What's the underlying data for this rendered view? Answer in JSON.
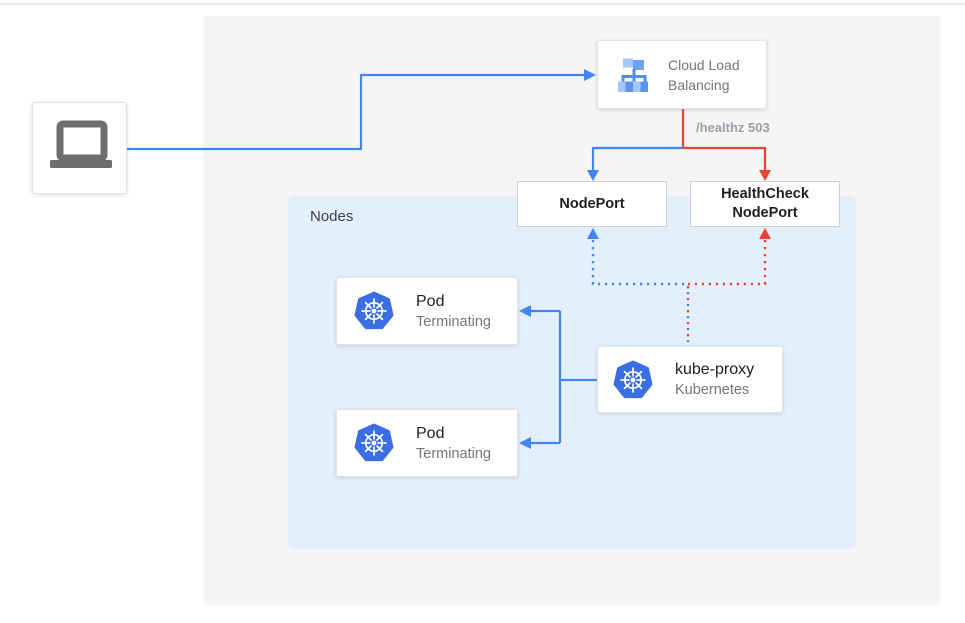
{
  "diagram": {
    "nodes_group": {
      "label": "Nodes"
    },
    "client": {
      "icon": "laptop"
    },
    "cloud_load_balancing": {
      "line1": "Cloud Load",
      "line2": "Balancing"
    },
    "healthz_annotation": {
      "label": "/healthz 503"
    },
    "nodeport": {
      "label": "NodePort"
    },
    "healthcheck_nodeport": {
      "line1": "HealthCheck",
      "line2": "NodePort"
    },
    "pod1": {
      "title": "Pod",
      "status": "Terminating"
    },
    "pod2": {
      "title": "Pod",
      "status": "Terminating"
    },
    "kube_proxy": {
      "title": "kube-proxy",
      "subtitle": "Kubernetes"
    },
    "colors": {
      "traffic_blue": "#4285f4",
      "health_red": "#ea4335",
      "kubernetes_blue": "#3b6de4",
      "nodes_background": "#e3effd",
      "panel_background": "#f5f5f6",
      "muted_text": "#757575"
    }
  }
}
